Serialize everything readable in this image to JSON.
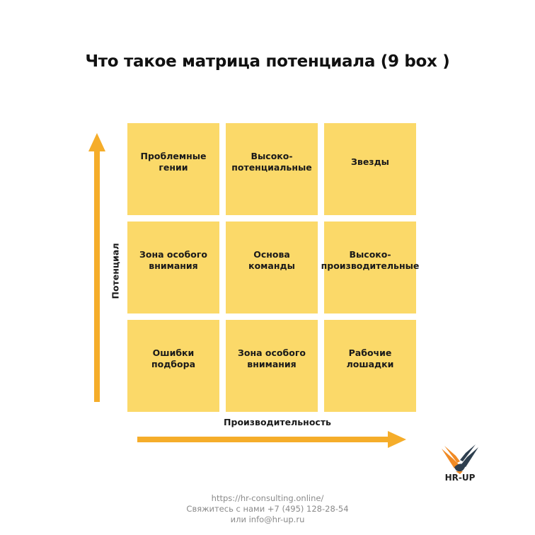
{
  "title": "Что такое матрица потенциала (9 box )",
  "axes": {
    "y_label": "Потенциал",
    "x_label": "Производительность"
  },
  "matrix": {
    "cells": [
      "Проблемные\nгении",
      "Высоко-\nпотенциальные",
      "Звезды",
      "Зона особого\nвнимания",
      "Основа\nкоманды",
      "Высоко-\nпроизводительные",
      "Ошибки\nподбора",
      "Зона особого\nвнимания",
      "Рабочие\nлошадки"
    ]
  },
  "logo": {
    "icon": "bird-icon",
    "text": "HR-UP"
  },
  "footer": {
    "url": "https://hr-consulting.online/",
    "phone_line": "Свяжитесь с нами +7 (495) 128-28-54",
    "email_line": "или  info@hr-up.ru"
  },
  "colors": {
    "cell": "#fbd969",
    "arrow": "#f5ad2a",
    "logo_orange": "#f08a24",
    "logo_dark": "#2e3f4f"
  }
}
